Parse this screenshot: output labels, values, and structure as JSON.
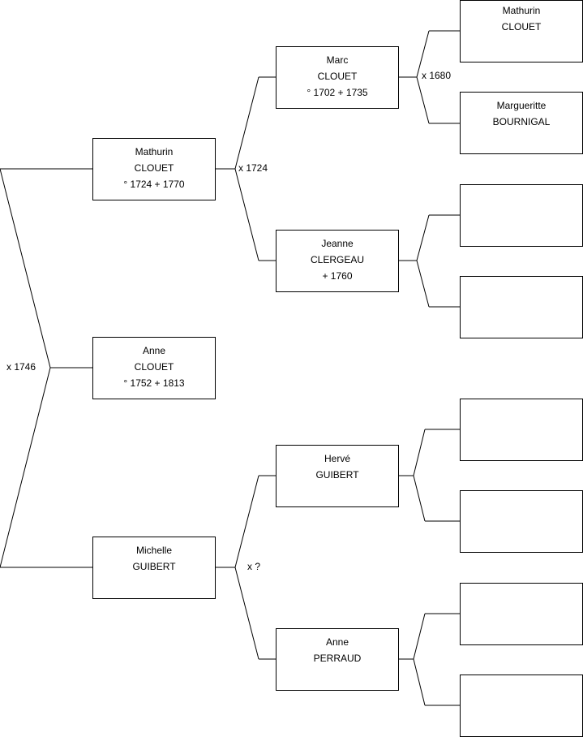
{
  "people": {
    "p1": {
      "given": "Anne",
      "surname": "CLOUET",
      "dates": "° 1752 + 1813"
    },
    "p2": {
      "given": "Mathurin",
      "surname": "CLOUET",
      "dates": "° 1724 + 1770"
    },
    "p3": {
      "given": "Michelle",
      "surname": "GUIBERT",
      "dates": ""
    },
    "p4": {
      "given": "Marc",
      "surname": "CLOUET",
      "dates": "° 1702 + 1735"
    },
    "p5": {
      "given": "Jeanne",
      "surname": "CLERGEAU",
      "dates": "+ 1760"
    },
    "p6": {
      "given": "Hervé",
      "surname": "GUIBERT",
      "dates": ""
    },
    "p7": {
      "given": "Anne",
      "surname": "PERRAUD",
      "dates": ""
    },
    "p8": {
      "given": "Mathurin",
      "surname": "CLOUET",
      "dates": ""
    },
    "p9": {
      "given": "Margueritte",
      "surname": "BOURNIGAL",
      "dates": ""
    },
    "p10": {
      "given": "",
      "surname": "",
      "dates": ""
    },
    "p11": {
      "given": "",
      "surname": "",
      "dates": ""
    },
    "p12": {
      "given": "",
      "surname": "",
      "dates": ""
    },
    "p13": {
      "given": "",
      "surname": "",
      "dates": ""
    },
    "p14": {
      "given": "",
      "surname": "",
      "dates": ""
    },
    "p15": {
      "given": "",
      "surname": "",
      "dates": ""
    }
  },
  "marriages": {
    "m1": "x 1746",
    "m2": "x 1724",
    "m3": "x ?",
    "m4": "x 1680"
  }
}
